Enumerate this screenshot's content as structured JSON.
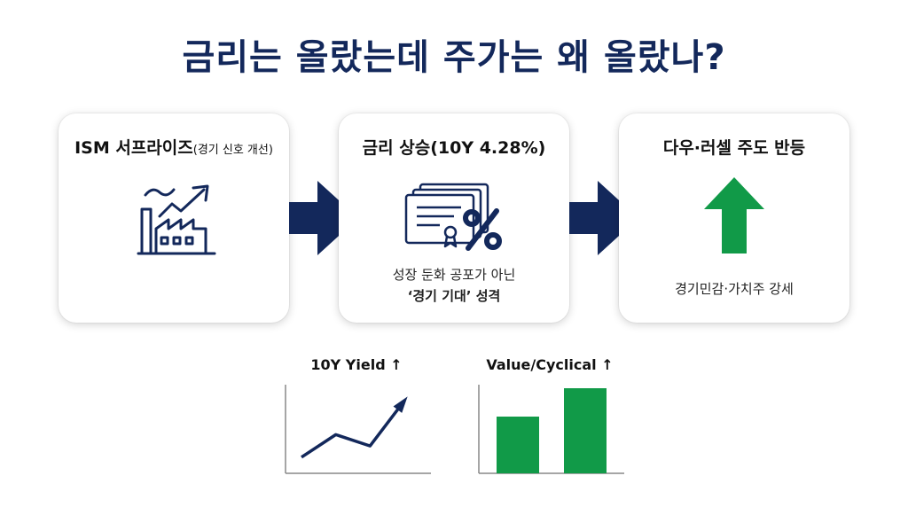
{
  "title": "금리는 올랐는데 주가는 왜 올랐나?",
  "steps": [
    {
      "title": "ISM 서프라이즈",
      "subtitle": "(경기 신호 개선)",
      "icon": "factory-growth-icon"
    },
    {
      "title": "금리 상승(10Y 4.28%)",
      "desc_line1": "성장 둔화 공포가 아닌",
      "desc_line2": "‘경기 기대’ 성격",
      "icon": "bond-certificate-percent-icon"
    },
    {
      "title": "다우·러셀 주도 반등",
      "desc": "경기민감·가치주 강세",
      "icon": "green-up-arrow-icon"
    }
  ],
  "colors": {
    "navy": "#13285b",
    "green": "#119a48",
    "text": "#111111"
  },
  "mini_charts": {
    "yield": {
      "label": "10Y Yield ↑",
      "icon": "rising-line-arrow-icon"
    },
    "value": {
      "label": "Value/Cyclical ↑"
    }
  },
  "chart_data": [
    {
      "type": "line",
      "title": "10Y Yield ↑",
      "x": [
        0,
        1,
        2,
        3
      ],
      "values": [
        1.0,
        2.8,
        1.9,
        5.5
      ],
      "xlabel": "",
      "ylabel": "",
      "grid": false
    },
    {
      "type": "bar",
      "title": "Value/Cyclical ↑",
      "categories": [
        "",
        ""
      ],
      "values": [
        64,
        96
      ],
      "ylim": [
        0,
        100
      ],
      "xlabel": "",
      "ylabel": "",
      "grid": false
    }
  ]
}
